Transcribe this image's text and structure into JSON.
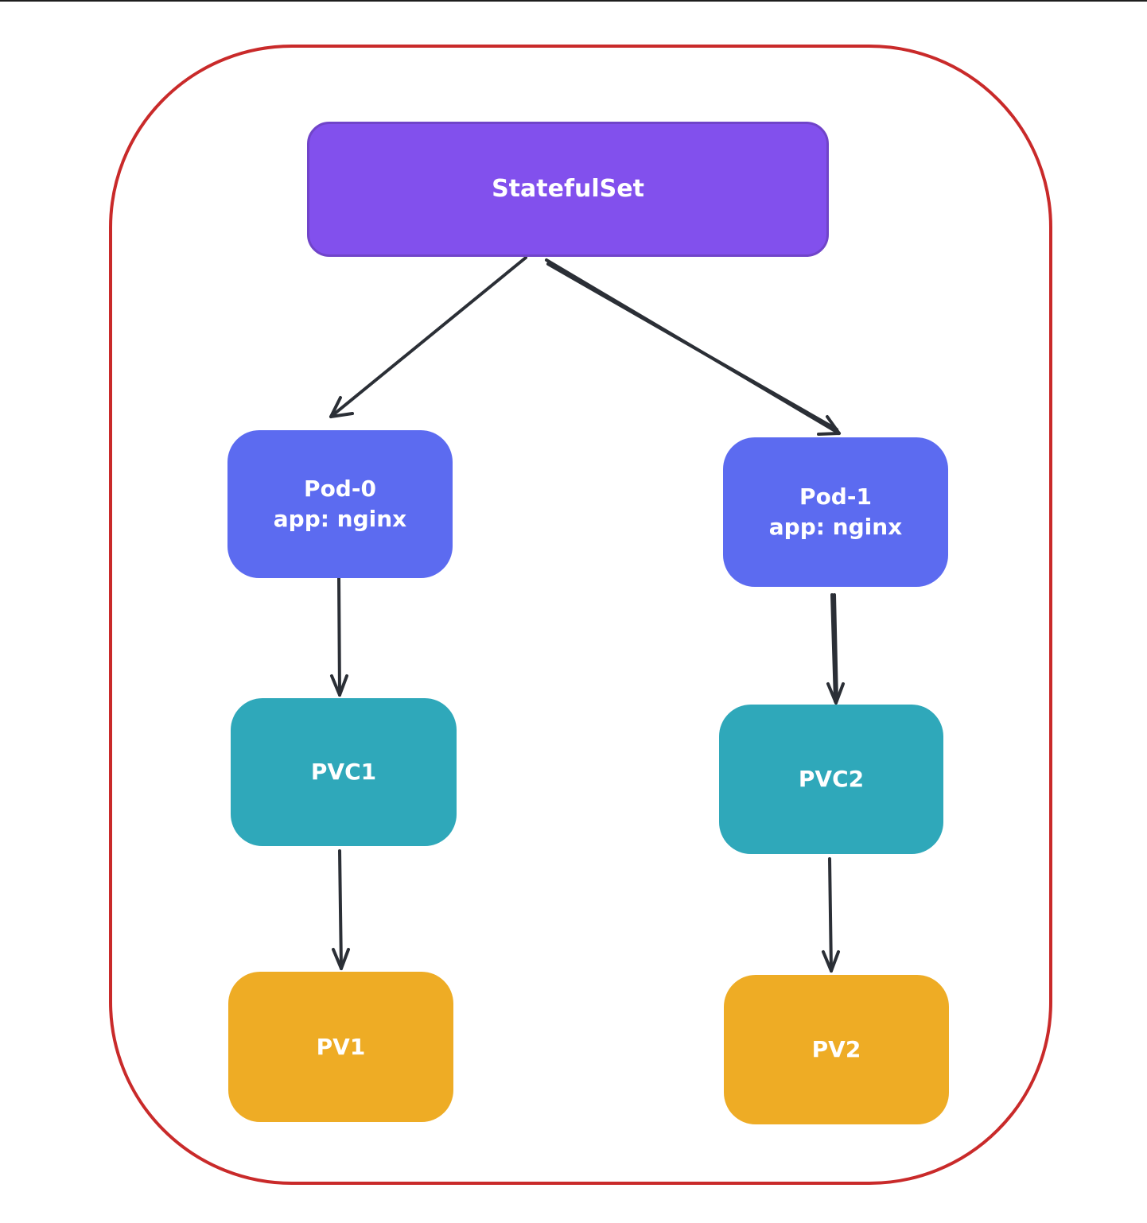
{
  "diagram": {
    "colors": {
      "frame": "#c92a2a",
      "statefulset": "#8250ed",
      "pod": "#5c6bf0",
      "pvc": "#2fa8ba",
      "pv": "#eeac25",
      "arrow": "#2b2f36",
      "text": "#ffffff"
    },
    "nodes": {
      "statefulset": {
        "label": "StatefulSet"
      },
      "pod0": {
        "label": "Pod-0",
        "sublabel": "app: nginx"
      },
      "pod1": {
        "label": "Pod-1",
        "sublabel": "app: nginx"
      },
      "pvc1": {
        "label": "PVC1"
      },
      "pvc2": {
        "label": "PVC2"
      },
      "pv1": {
        "label": "PV1"
      },
      "pv2": {
        "label": "PV2"
      }
    },
    "edges": [
      {
        "from": "statefulset",
        "to": "pod0"
      },
      {
        "from": "statefulset",
        "to": "pod1"
      },
      {
        "from": "pod0",
        "to": "pvc1"
      },
      {
        "from": "pod1",
        "to": "pvc2"
      },
      {
        "from": "pvc1",
        "to": "pv1"
      },
      {
        "from": "pvc2",
        "to": "pv2"
      }
    ]
  }
}
